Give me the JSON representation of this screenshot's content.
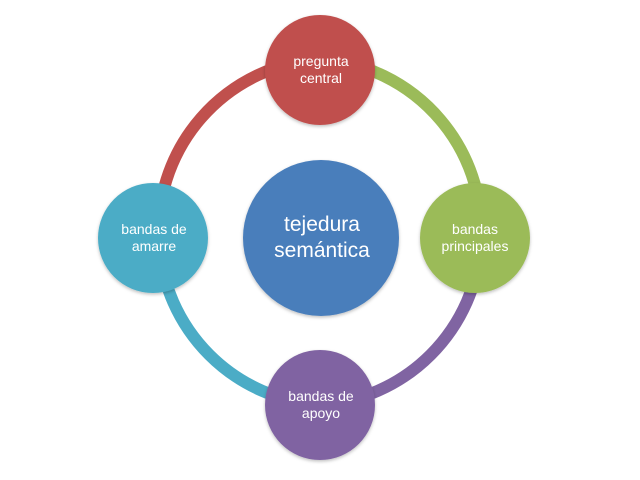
{
  "diagram": {
    "center": {
      "label": "tejedura\nsemántica",
      "color": "#4a7ebb"
    },
    "nodes": [
      {
        "id": "top",
        "label": "pregunta\ncentral",
        "color": "#c0504d"
      },
      {
        "id": "right",
        "label": "bandas\nprincipales",
        "color": "#9bbb59"
      },
      {
        "id": "bottom",
        "label": "bandas de\napoyo",
        "color": "#8064a2"
      },
      {
        "id": "left",
        "label": "bandas de\namarre",
        "color": "#4bacc6"
      }
    ]
  }
}
